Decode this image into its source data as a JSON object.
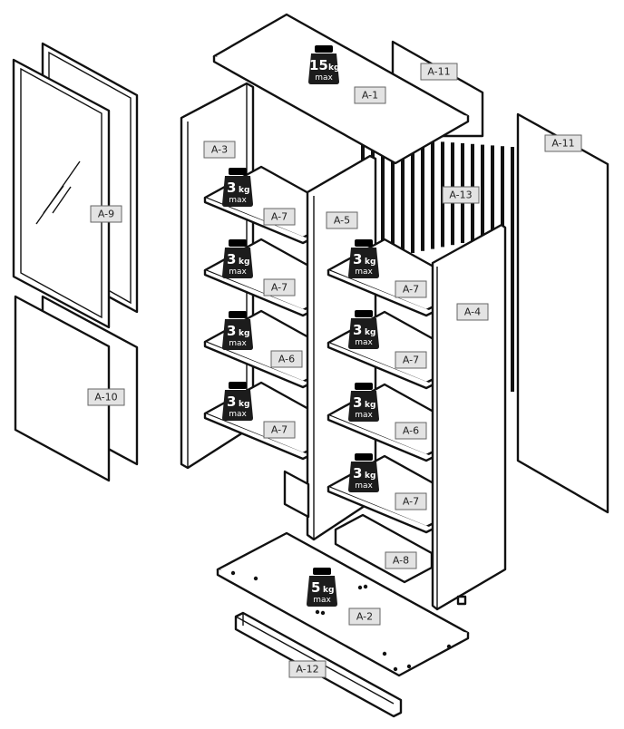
{
  "diagram": {
    "title": "Exploded assembly view of tall display cabinet",
    "weight_unit": "kg",
    "weight_max_label": "max",
    "parts": [
      {
        "id": "A-1",
        "label": "A-1",
        "description": "top panel",
        "max_load": "15"
      },
      {
        "id": "A-2",
        "label": "A-2",
        "description": "bottom panel",
        "max_load": "5"
      },
      {
        "id": "A-3",
        "label": "A-3",
        "description": "left side panel"
      },
      {
        "id": "A-4",
        "label": "A-4",
        "description": "right side panel"
      },
      {
        "id": "A-5",
        "label": "A-5",
        "description": "middle divider panel"
      },
      {
        "id": "A-6a",
        "label": "A-6",
        "description": "fixed shelf left",
        "max_load": "3"
      },
      {
        "id": "A-6b",
        "label": "A-6",
        "description": "fixed shelf right",
        "max_load": "3"
      },
      {
        "id": "A-7a",
        "label": "A-7",
        "description": "shelf left top",
        "max_load": "3"
      },
      {
        "id": "A-7b",
        "label": "A-7",
        "description": "shelf left second",
        "max_load": "3"
      },
      {
        "id": "A-7c",
        "label": "A-7",
        "description": "shelf left bottom",
        "max_load": "3"
      },
      {
        "id": "A-7d",
        "label": "A-7",
        "description": "shelf right top",
        "max_load": "3"
      },
      {
        "id": "A-7e",
        "label": "A-7",
        "description": "shelf right second",
        "max_load": "3"
      },
      {
        "id": "A-7f",
        "label": "A-7",
        "description": "shelf right bottom",
        "max_load": "3"
      },
      {
        "id": "A-8",
        "label": "A-8",
        "description": "bottom rail"
      },
      {
        "id": "A-9",
        "label": "A-9",
        "description": "glass door frames"
      },
      {
        "id": "A-10",
        "label": "A-10",
        "description": "lower doors"
      },
      {
        "id": "A-11a",
        "label": "A-11",
        "description": "back panel 1"
      },
      {
        "id": "A-11b",
        "label": "A-11",
        "description": "back panel 2"
      },
      {
        "id": "A-12",
        "label": "A-12",
        "description": "plinth strip"
      },
      {
        "id": "A-13",
        "label": "A-13",
        "description": "slatted back panel"
      }
    ]
  }
}
